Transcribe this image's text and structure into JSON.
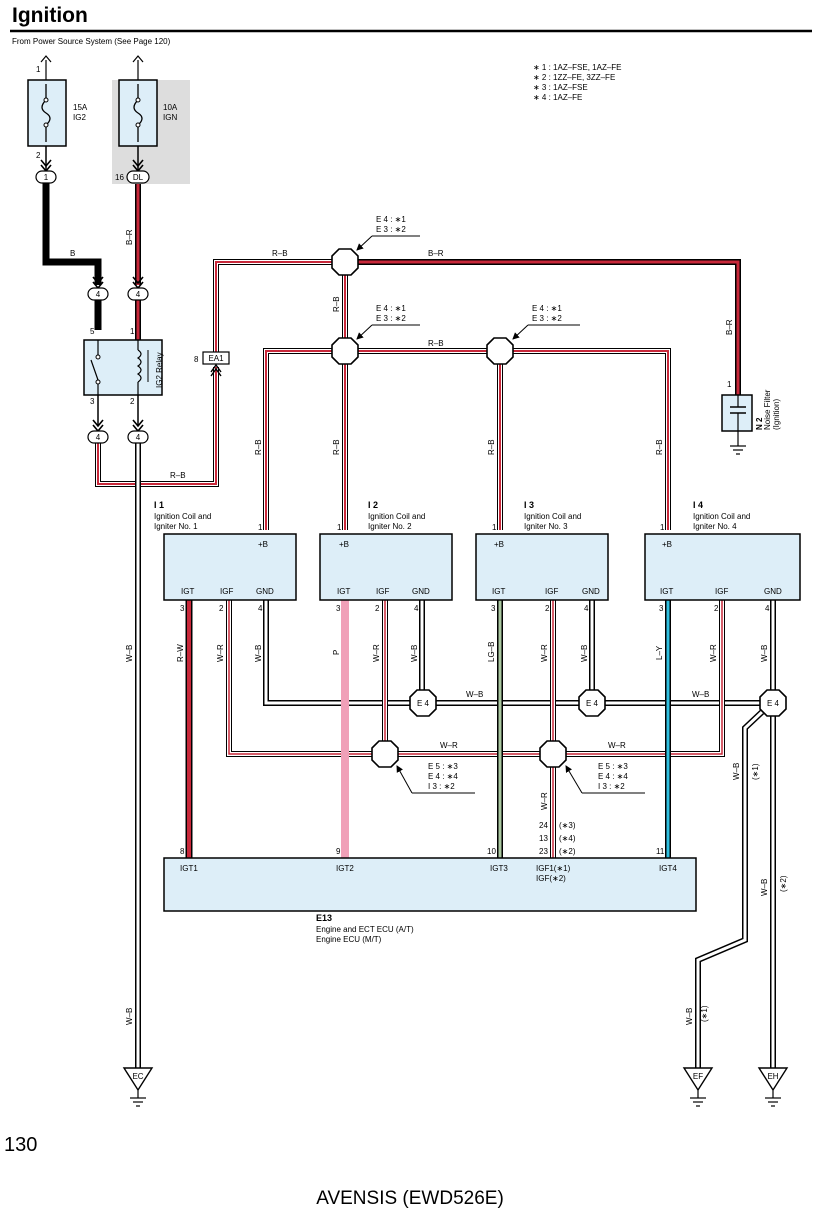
{
  "header": {
    "title": "Ignition",
    "source_note": "From Power Source System (See Page 120)"
  },
  "legend": [
    "∗ 1 : 1AZ–FSE,  1AZ–FE",
    "∗ 2 : 1ZZ–FE,  3ZZ–FE",
    "∗ 3 : 1AZ–FSE",
    "∗ 4 : 1AZ–FE"
  ],
  "fuses": [
    {
      "pin_top": "1",
      "pin_bottom": "2",
      "rating": "15A",
      "name": "IG2",
      "connector": "1"
    },
    {
      "rating": "10A",
      "name": "IGN",
      "pin_bottom": "16",
      "connector": "DL"
    }
  ],
  "relay": {
    "name": "IG2 Relay",
    "pins": [
      "5",
      "1",
      "3",
      "2"
    ],
    "connector": "4"
  },
  "connector_ea1": {
    "pin": "8",
    "label": "EA1"
  },
  "wire_colors": {
    "b": "B",
    "br": "B–R",
    "rb": "R–B",
    "wb": "W–B",
    "wr": "W–R",
    "rw": "R–W",
    "p": "P",
    "lgb": "LG–B",
    "ly": "L–Y"
  },
  "junction_notes": {
    "top_line1": "E 4 : ∗1",
    "top_line2": "E 3 : ∗2",
    "mid_line1": "E 4 : ∗1",
    "mid_line2": "E 3 : ∗2",
    "right_line1": "E 4 : ∗1",
    "right_line2": "E 3 : ∗2",
    "low1_line1": "E 5 : ∗3",
    "low1_line2": "E 4 : ∗4",
    "low1_line3": "I 3 : ∗2",
    "low2_line1": "E 5 : ∗3",
    "low2_line2": "E 4 : ∗4",
    "low2_line3": "I 3 : ∗2"
  },
  "noise_filter": {
    "pin": "1",
    "code": "N 2",
    "name": "Noise Filter",
    "sub": "(Ignition)"
  },
  "coils": [
    {
      "code": "I 1",
      "name1": "Ignition Coil and",
      "name2": "Igniter No. 1"
    },
    {
      "code": "I 2",
      "name1": "Ignition Coil and",
      "name2": "Igniter No. 2"
    },
    {
      "code": "I 3",
      "name1": "Ignition Coil and",
      "name2": "Igniter No. 3"
    },
    {
      "code": "I 4",
      "name1": "Ignition Coil and",
      "name2": "Igniter No. 4"
    }
  ],
  "coil_terms": {
    "plus_b": "+B",
    "igt": "IGT",
    "igf": "IGF",
    "gnd": "GND",
    "pin1": "1",
    "pin3": "3",
    "pin2": "2",
    "pin4": "4"
  },
  "ground_junction": "E 4",
  "ecu": {
    "code": "E13",
    "name1": "Engine and ECT ECU (A/T)",
    "name2": "Engine ECU (M/T)",
    "terminals": [
      "IGT1",
      "IGT2",
      "IGT3",
      "IGT4",
      "IGF1(∗1)",
      "IGF(∗2)"
    ],
    "pins": [
      "8",
      "9",
      "10",
      "11"
    ],
    "igf_pins": [
      "24",
      "13",
      "23"
    ],
    "igf_notes": [
      "(∗3)",
      "(∗4)",
      "(∗2)"
    ]
  },
  "ground_notes": {
    "n1": "(∗1)",
    "n2": "(∗2)"
  },
  "grounds": [
    "EC",
    "EF",
    "EH"
  ],
  "page_number": "130",
  "footer": "AVENSIS (EWD526E)",
  "colors": {
    "red": "#c8283a",
    "pink": "#f0a0b8",
    "lightgreen": "#aac8a0",
    "lightblue": "#30c0e0",
    "box_fill": "#ddeef8",
    "shade": "#dddddd"
  }
}
